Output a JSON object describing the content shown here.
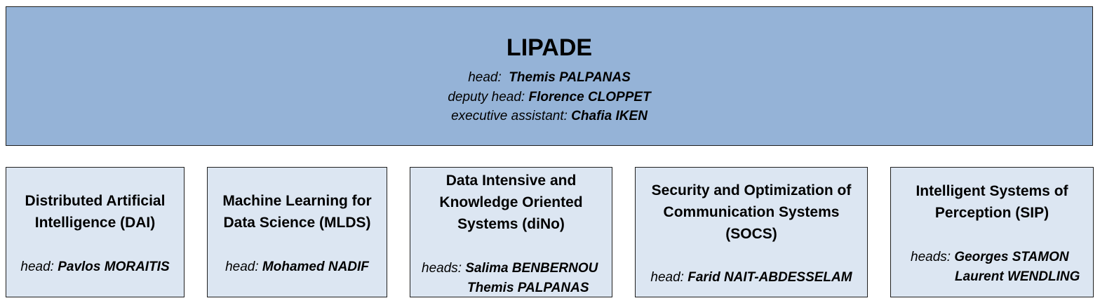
{
  "lab": {
    "name": "LIPADE",
    "head_label": "head:",
    "head_name": "Themis PALPANAS",
    "deputy_label": "deputy head:",
    "deputy_name": "Florence CLOPPET",
    "assistant_label": "executive assistant:",
    "assistant_name": "Chafia IKEN"
  },
  "teams": [
    {
      "title": "Distributed Artificial Intelligence (DAI)",
      "head_label": "head:",
      "heads": [
        "Pavlos MORAITIS"
      ]
    },
    {
      "title": "Machine Learning for Data Science (MLDS)",
      "head_label": "head:",
      "heads": [
        "Mohamed NADIF"
      ]
    },
    {
      "title": "Data Intensive and Knowledge Oriented Systems (diNo)",
      "head_label": "heads:",
      "heads": [
        "Salima BENBERNOU",
        "Themis PALPANAS"
      ]
    },
    {
      "title": "Security and Optimization of Communication Systems (SOCS)",
      "head_label": "head:",
      "heads": [
        "Farid NAIT-ABDESSELAM"
      ]
    },
    {
      "title": "Intelligent Systems of Perception (SIP)",
      "head_label": "heads:",
      "heads": [
        "Georges STAMON",
        "Laurent WENDLING"
      ]
    }
  ]
}
